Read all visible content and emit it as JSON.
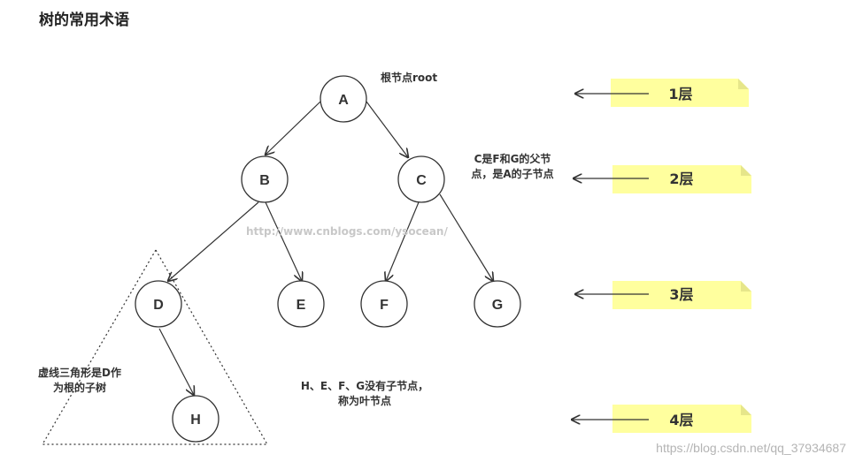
{
  "title": "树的常用术语",
  "nodes": [
    {
      "id": "A",
      "label": "A"
    },
    {
      "id": "B",
      "label": "B"
    },
    {
      "id": "C",
      "label": "C"
    },
    {
      "id": "D",
      "label": "D"
    },
    {
      "id": "E",
      "label": "E"
    },
    {
      "id": "F",
      "label": "F"
    },
    {
      "id": "G",
      "label": "G"
    },
    {
      "id": "H",
      "label": "H"
    }
  ],
  "edges": [
    {
      "from": "A",
      "to": "B"
    },
    {
      "from": "A",
      "to": "C"
    },
    {
      "from": "B",
      "to": "D"
    },
    {
      "from": "B",
      "to": "E"
    },
    {
      "from": "C",
      "to": "F"
    },
    {
      "from": "C",
      "to": "G"
    },
    {
      "from": "D",
      "to": "H"
    }
  ],
  "annotations": {
    "root": "根节点root",
    "parent_line1": "C是F和G的父节",
    "parent_line2": "点，是A的子节点",
    "subtree_line1": "虚线三角形是D作",
    "subtree_line2": "为根的子树",
    "leaf_line1": "H、E、F、G没有子节点，",
    "leaf_line2": "称为叶节点"
  },
  "levels": [
    {
      "label": "1层"
    },
    {
      "label": "2层"
    },
    {
      "label": "3层"
    },
    {
      "label": "4层"
    }
  ],
  "watermarks": {
    "middle": "http://www.cnblogs.com/ysocean/",
    "corner": "https://blog.csdn.net/qq_37934687"
  },
  "colors": {
    "sticky_note": "#ffff9e",
    "sticky_fold": "#e6e68a",
    "line": "#333333"
  }
}
